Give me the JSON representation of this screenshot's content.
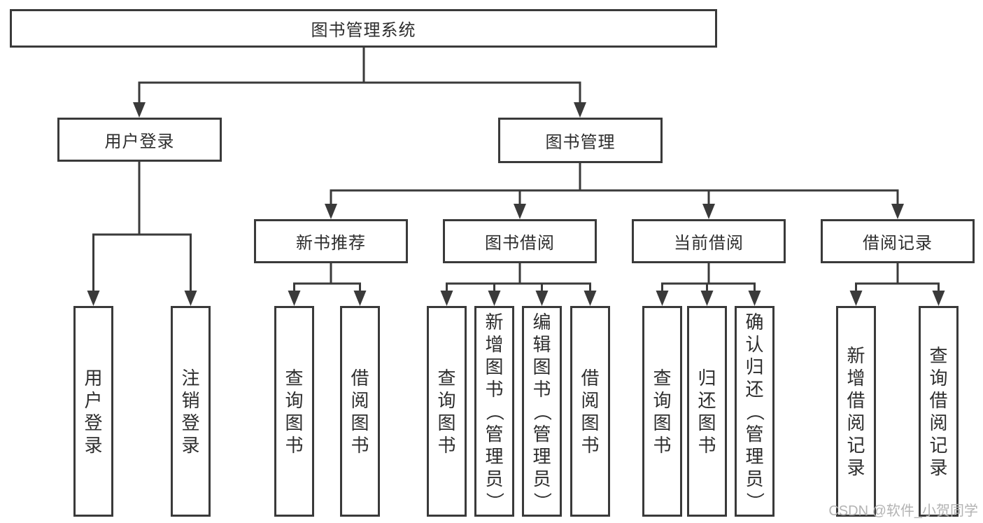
{
  "tree": {
    "root": "图书管理系统",
    "branches": [
      {
        "label": "用户登录",
        "children": [
          "用户登录",
          "注销登录"
        ]
      },
      {
        "label": "图书管理",
        "groups": [
          {
            "label": "新书推荐",
            "children": [
              "查询图书",
              "借阅图书"
            ]
          },
          {
            "label": "图书借阅",
            "children": [
              "查询图书",
              "新增图书（管理员）",
              "编辑图书（管理员）",
              "借阅图书"
            ]
          },
          {
            "label": "当前借阅",
            "children": [
              "查询图书",
              "归还图书",
              "确认归还（管理员）"
            ]
          },
          {
            "label": "借阅记录",
            "children": [
              "新增借阅记录",
              "查询借阅记录"
            ]
          }
        ]
      }
    ]
  },
  "watermark": {
    "text": "CSDN @软件_小贺同学"
  },
  "colors": {
    "line": "#3a3a3a",
    "text": "#2d2d2d",
    "watermark": "#b3b3b3",
    "background": "#ffffff"
  }
}
